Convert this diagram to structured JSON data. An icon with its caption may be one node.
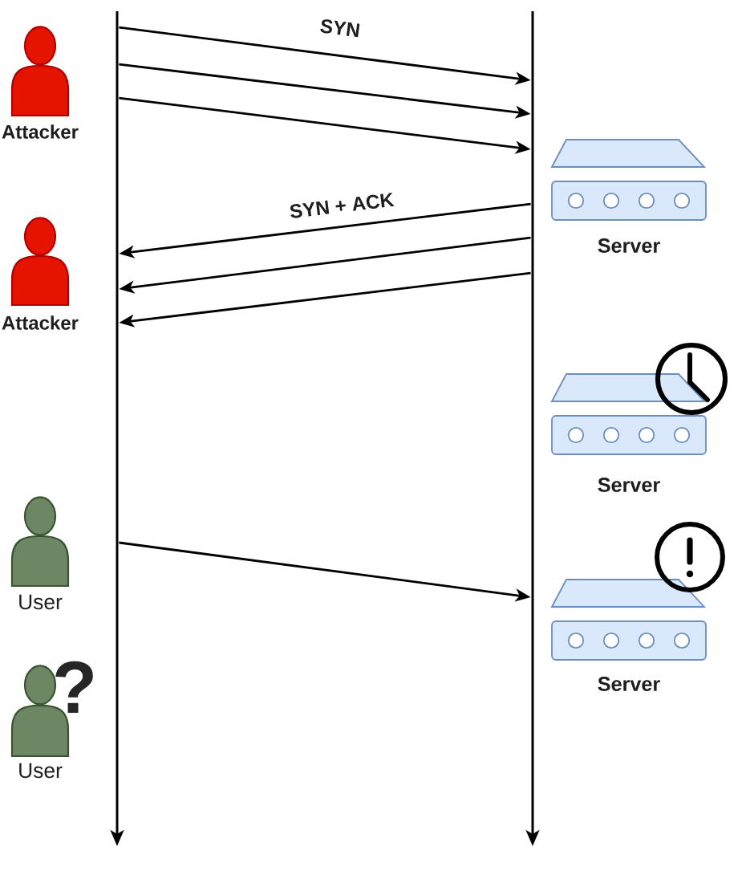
{
  "diagram": {
    "nodes": [
      {
        "text": [],
        "shape": "line"
      },
      {
        "text": [],
        "shape": "line"
      },
      {
        "text": [],
        "shape": "person",
        "beside": [
          "Attacker"
        ]
      },
      {
        "text": [],
        "shape": "person",
        "beside": [
          "Attacker"
        ]
      },
      {
        "text": [],
        "shape": "person",
        "beside": [
          "User"
        ]
      },
      {
        "text": [],
        "shape": "person",
        "beside": [
          "User"
        ]
      },
      {
        "text": [],
        "shape": "picture",
        "beside": [
          "Server"
        ]
      },
      {
        "text": [],
        "shape": "picture",
        "beside": [
          "Server"
        ]
      },
      {
        "text": [],
        "shape": "picture",
        "beside": [
          "Server"
        ]
      }
    ],
    "edges": [
      {
        "from": 0,
        "to": 1,
        "arrow": "to",
        "label": "SYN"
      },
      {
        "from": 0,
        "to": 1,
        "arrow": "to"
      },
      {
        "from": 0,
        "to": 1,
        "arrow": "to"
      },
      {
        "from": 1,
        "to": 0,
        "arrow": "to",
        "label": "SYN + ACK"
      },
      {
        "from": 1,
        "to": 0,
        "arrow": "to"
      },
      {
        "from": 1,
        "to": 0,
        "arrow": "to"
      },
      {
        "from": 0,
        "to": 1,
        "arrow": "to"
      }
    ],
    "labels": [
      "?"
    ]
  }
}
